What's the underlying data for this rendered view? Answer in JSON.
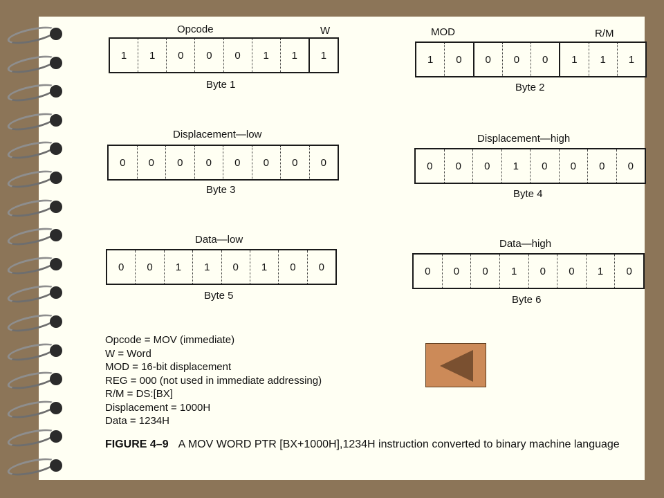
{
  "diagram": {
    "byte1": {
      "top_label_left": "Opcode",
      "top_label_right": "W",
      "bits": [
        "1",
        "1",
        "0",
        "0",
        "0",
        "1",
        "1",
        "1"
      ],
      "bottom_label": "Byte 1"
    },
    "byte2": {
      "top_label_left": "MOD",
      "top_label_right": "R/M",
      "bits": [
        "1",
        "0",
        "0",
        "0",
        "0",
        "1",
        "1",
        "1"
      ],
      "bottom_label": "Byte 2"
    },
    "byte3": {
      "top_label": "Displacement—low",
      "bits": [
        "0",
        "0",
        "0",
        "0",
        "0",
        "0",
        "0",
        "0"
      ],
      "bottom_label": "Byte 3"
    },
    "byte4": {
      "top_label": "Displacement—high",
      "bits": [
        "0",
        "0",
        "0",
        "1",
        "0",
        "0",
        "0",
        "0"
      ],
      "bottom_label": "Byte 4"
    },
    "byte5": {
      "top_label": "Data—low",
      "bits": [
        "0",
        "0",
        "1",
        "1",
        "0",
        "1",
        "0",
        "0"
      ],
      "bottom_label": "Byte 5"
    },
    "byte6": {
      "top_label": "Data—high",
      "bits": [
        "0",
        "0",
        "0",
        "1",
        "0",
        "0",
        "1",
        "0"
      ],
      "bottom_label": "Byte 6"
    }
  },
  "legend": [
    "Opcode = MOV (immediate)",
    "W = Word",
    "MOD = 16-bit displacement",
    "REG = 000 (not used in immediate addressing)",
    "R/M = DS:[BX]",
    "Displacement = 1000H",
    "Data = 1234H"
  ],
  "caption": {
    "figure": "FIGURE 4–9",
    "text": "A MOV WORD PTR [BX+1000H],1234H instruction converted to binary machine language"
  },
  "nav": {
    "back_icon": "triangle-left-icon"
  },
  "colors": {
    "background": "#8c7558",
    "page": "#fffff3",
    "button": "#cc8a58",
    "button_icon": "#7a5030"
  }
}
